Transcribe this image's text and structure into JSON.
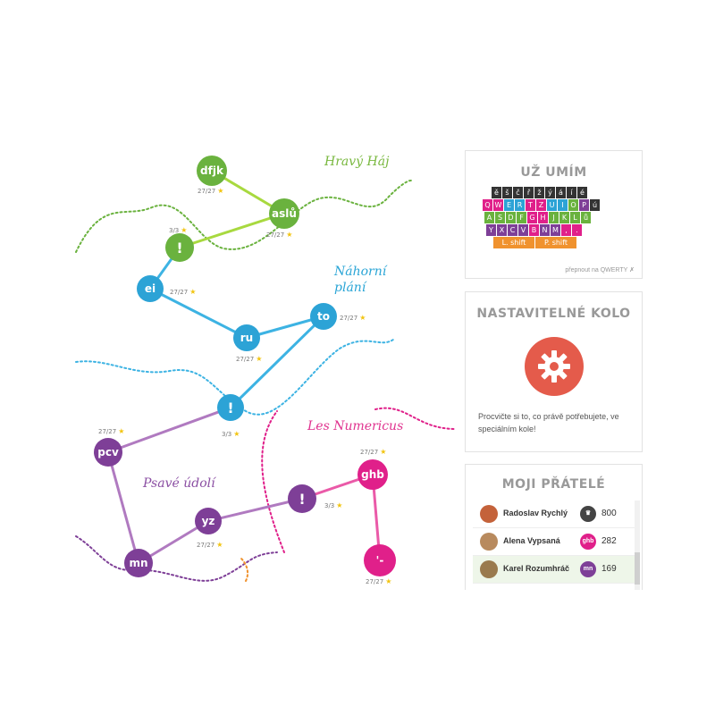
{
  "map": {
    "regions": [
      {
        "id": "hravy-haj",
        "label": "Hravý Háj",
        "color": "#79b83f"
      },
      {
        "id": "nahorni-plane",
        "label": "Náhorní\nplání",
        "color": "#2aa5d6"
      },
      {
        "id": "les-numericus",
        "label": "Les Numericus",
        "color": "#e0338f"
      },
      {
        "id": "psave-udoli",
        "label": "Psavé údolí",
        "color": "#8b4fa3"
      }
    ],
    "nodes": [
      {
        "id": "dfjk",
        "label": "dfjk",
        "score": "27/27",
        "color": "#6ab23e"
      },
      {
        "id": "aslu",
        "label": "aslů",
        "score": "27/27",
        "color": "#6ab23e"
      },
      {
        "id": "check1",
        "label": "!",
        "score": "3/3",
        "color": "#6ab23e"
      },
      {
        "id": "ei",
        "label": "ei",
        "score": "27/27",
        "color": "#2ca3d6"
      },
      {
        "id": "ru",
        "label": "ru",
        "score": "27/27",
        "color": "#2ca3d6"
      },
      {
        "id": "to",
        "label": "to",
        "score": "27/27",
        "color": "#2ca3d6"
      },
      {
        "id": "check2",
        "label": "!",
        "score": "3/3",
        "color": "#2ca3d6"
      },
      {
        "id": "pcv",
        "label": "pcv",
        "score": "27/27",
        "color": "#7e3f97"
      },
      {
        "id": "yz",
        "label": "yz",
        "score": "27/27",
        "color": "#7e3f97"
      },
      {
        "id": "mn",
        "label": "mn",
        "score": "",
        "color": "#7e3f97"
      },
      {
        "id": "check3",
        "label": "!",
        "score": "3/3",
        "color": "#7e3f97"
      },
      {
        "id": "ghb",
        "label": "ghb",
        "score": "27/27",
        "color": "#e0208a"
      },
      {
        "id": "apos",
        "label": "'-",
        "score": "27/27",
        "color": "#e0208a"
      }
    ],
    "star": "★"
  },
  "panels": {
    "known": {
      "title": "UŽ UMÍM",
      "rows": [
        {
          "keys": [
            "ě",
            "š",
            "č",
            "ř",
            "ž",
            "ý",
            "á",
            "í",
            "é"
          ],
          "colors": [
            "#333333",
            "#333333",
            "#333333",
            "#333333",
            "#333333",
            "#333333",
            "#333333",
            "#333333",
            "#333333"
          ]
        },
        {
          "keys": [
            "Q",
            "W",
            "E",
            "R",
            "T",
            "Z",
            "U",
            "I",
            "O",
            "P",
            "ú"
          ],
          "colors": [
            "#e0208a",
            "#e0208a",
            "#2ca3d6",
            "#2ca3d6",
            "#e0208a",
            "#e0208a",
            "#2ca3d6",
            "#2ca3d6",
            "#6ab23e",
            "#7e3f97",
            "#333333"
          ]
        },
        {
          "keys": [
            "A",
            "S",
            "D",
            "F",
            "G",
            "H",
            "J",
            "K",
            "L",
            "ů"
          ],
          "colors": [
            "#6ab23e",
            "#6ab23e",
            "#6ab23e",
            "#6ab23e",
            "#e0208a",
            "#e0208a",
            "#6ab23e",
            "#6ab23e",
            "#6ab23e",
            "#6ab23e"
          ]
        },
        {
          "keys": [
            "Y",
            "X",
            "C",
            "V",
            "B",
            "N",
            "M",
            ",",
            "."
          ],
          "colors": [
            "#7e3f97",
            "#7e3f97",
            "#7e3f97",
            "#7e3f97",
            "#e0208a",
            "#7e3f97",
            "#7e3f97",
            "#e0208a",
            "#e0208a"
          ]
        }
      ],
      "shift_left": "L. shift",
      "shift_right": "P. shift",
      "shift_color": "#f0922e",
      "switch_label": "přepnout na QWERTY ✗"
    },
    "custom": {
      "title": "NASTAVITELNÉ KOLO",
      "description": "Procvičte si to, co právě potřebujete, ve speciálním kole!",
      "accent": "#e45b4b"
    },
    "friends": {
      "title": "MOJI PŘÁTELÉ",
      "list": [
        {
          "name": "Radoslav Rychlý",
          "badge": "♛",
          "badge_color": "#444444",
          "score": "800",
          "avatar": "#c4623a",
          "highlight": false
        },
        {
          "name": "Alena Vypsaná",
          "badge": "ghb",
          "badge_color": "#e0208a",
          "score": "282",
          "avatar": "#b88a5e",
          "highlight": false
        },
        {
          "name": "Karel Rozumhráč",
          "badge": "mn",
          "badge_color": "#7e3f97",
          "score": "169",
          "avatar": "#9a7a4e",
          "highlight": true
        }
      ]
    }
  }
}
